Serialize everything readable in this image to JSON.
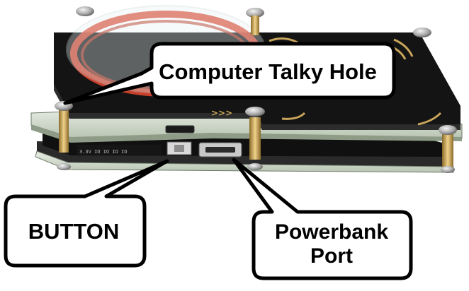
{
  "labels": {
    "computer_talky_hole": "Computer Talky Hole",
    "button": "BUTTON",
    "powerbank_line1": "Powerbank",
    "powerbank_line2": "Port"
  },
  "colors": {
    "board_black": "#141414",
    "pcb_green": "#93a58a",
    "gold": "#c8a55a",
    "coil_red": "#d9452e",
    "callout_border": "#000000",
    "callout_fill": "#ffffff"
  },
  "icons": [
    "standoff-screw",
    "antenna-coil",
    "usb-port",
    "push-button"
  ]
}
